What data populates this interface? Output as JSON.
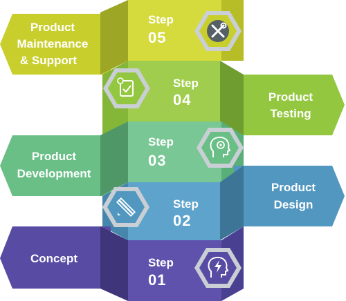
{
  "colors": {
    "step5": "#c8cf2d",
    "step4": "#93c73f",
    "step3": "#69bf86",
    "step2": "#5197c0",
    "step1": "#574ba3",
    "hex_ring": "#c9cfd4",
    "text": "#ffffff"
  },
  "steps": [
    {
      "word": "Step",
      "number": "05",
      "label": [
        "Product",
        "Maintenance",
        "& Support"
      ],
      "icon": "tools-icon"
    },
    {
      "word": "Step",
      "number": "04",
      "label": [
        "Product",
        "Testing"
      ],
      "icon": "checklist-gear-icon"
    },
    {
      "word": "Step",
      "number": "03",
      "label": [
        "Product",
        "Development"
      ],
      "icon": "head-gear-icon"
    },
    {
      "word": "Step",
      "number": "02",
      "label": [
        "Product",
        "Design"
      ],
      "icon": "ruler-pencil-icon"
    },
    {
      "word": "Step",
      "number": "01",
      "label": [
        "Concept"
      ],
      "icon": "head-lightning-icon"
    }
  ]
}
